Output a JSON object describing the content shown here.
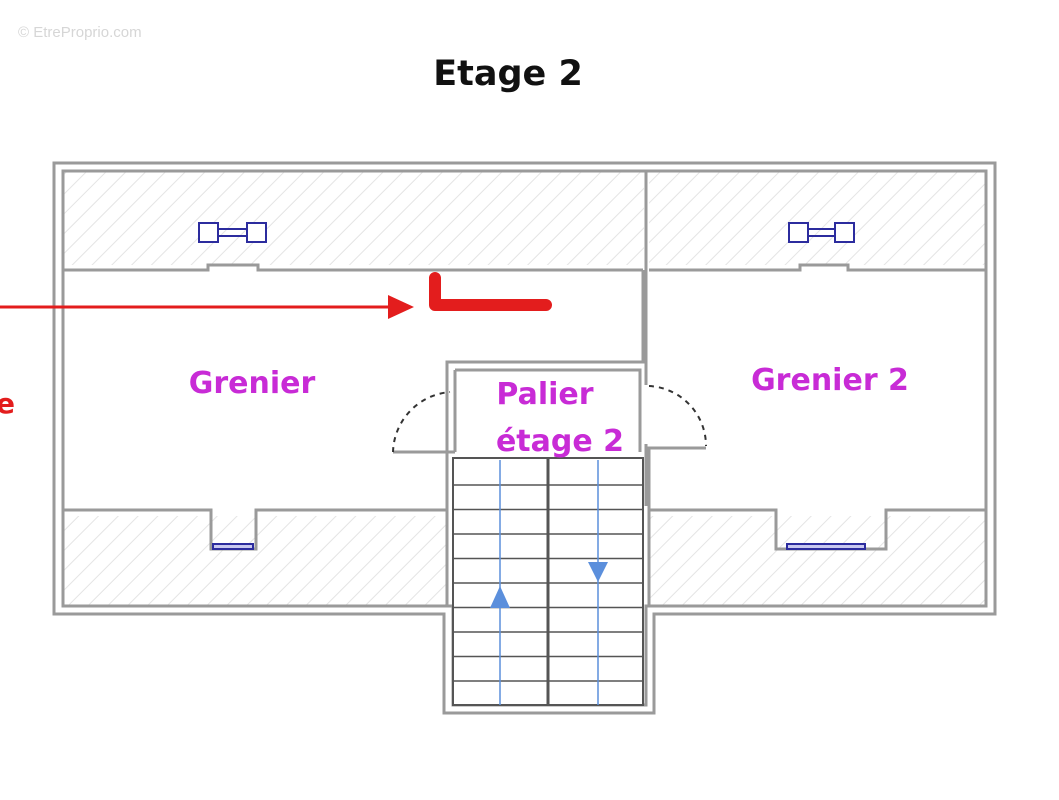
{
  "watermark": "© EtreProprio.com",
  "title": "Etage 2",
  "rooms": {
    "grenier": "Grenier",
    "palier_line1": "Palier",
    "palier_line2": "étage 2",
    "grenier2": "Grenier 2"
  },
  "edge_label": "e",
  "colors": {
    "wall": "#9a9a9a",
    "room_label": "#c82bd6",
    "annotation": "#e31d1d",
    "stair_arrow": "#5b8fdc",
    "window": "#2c2c9e"
  }
}
